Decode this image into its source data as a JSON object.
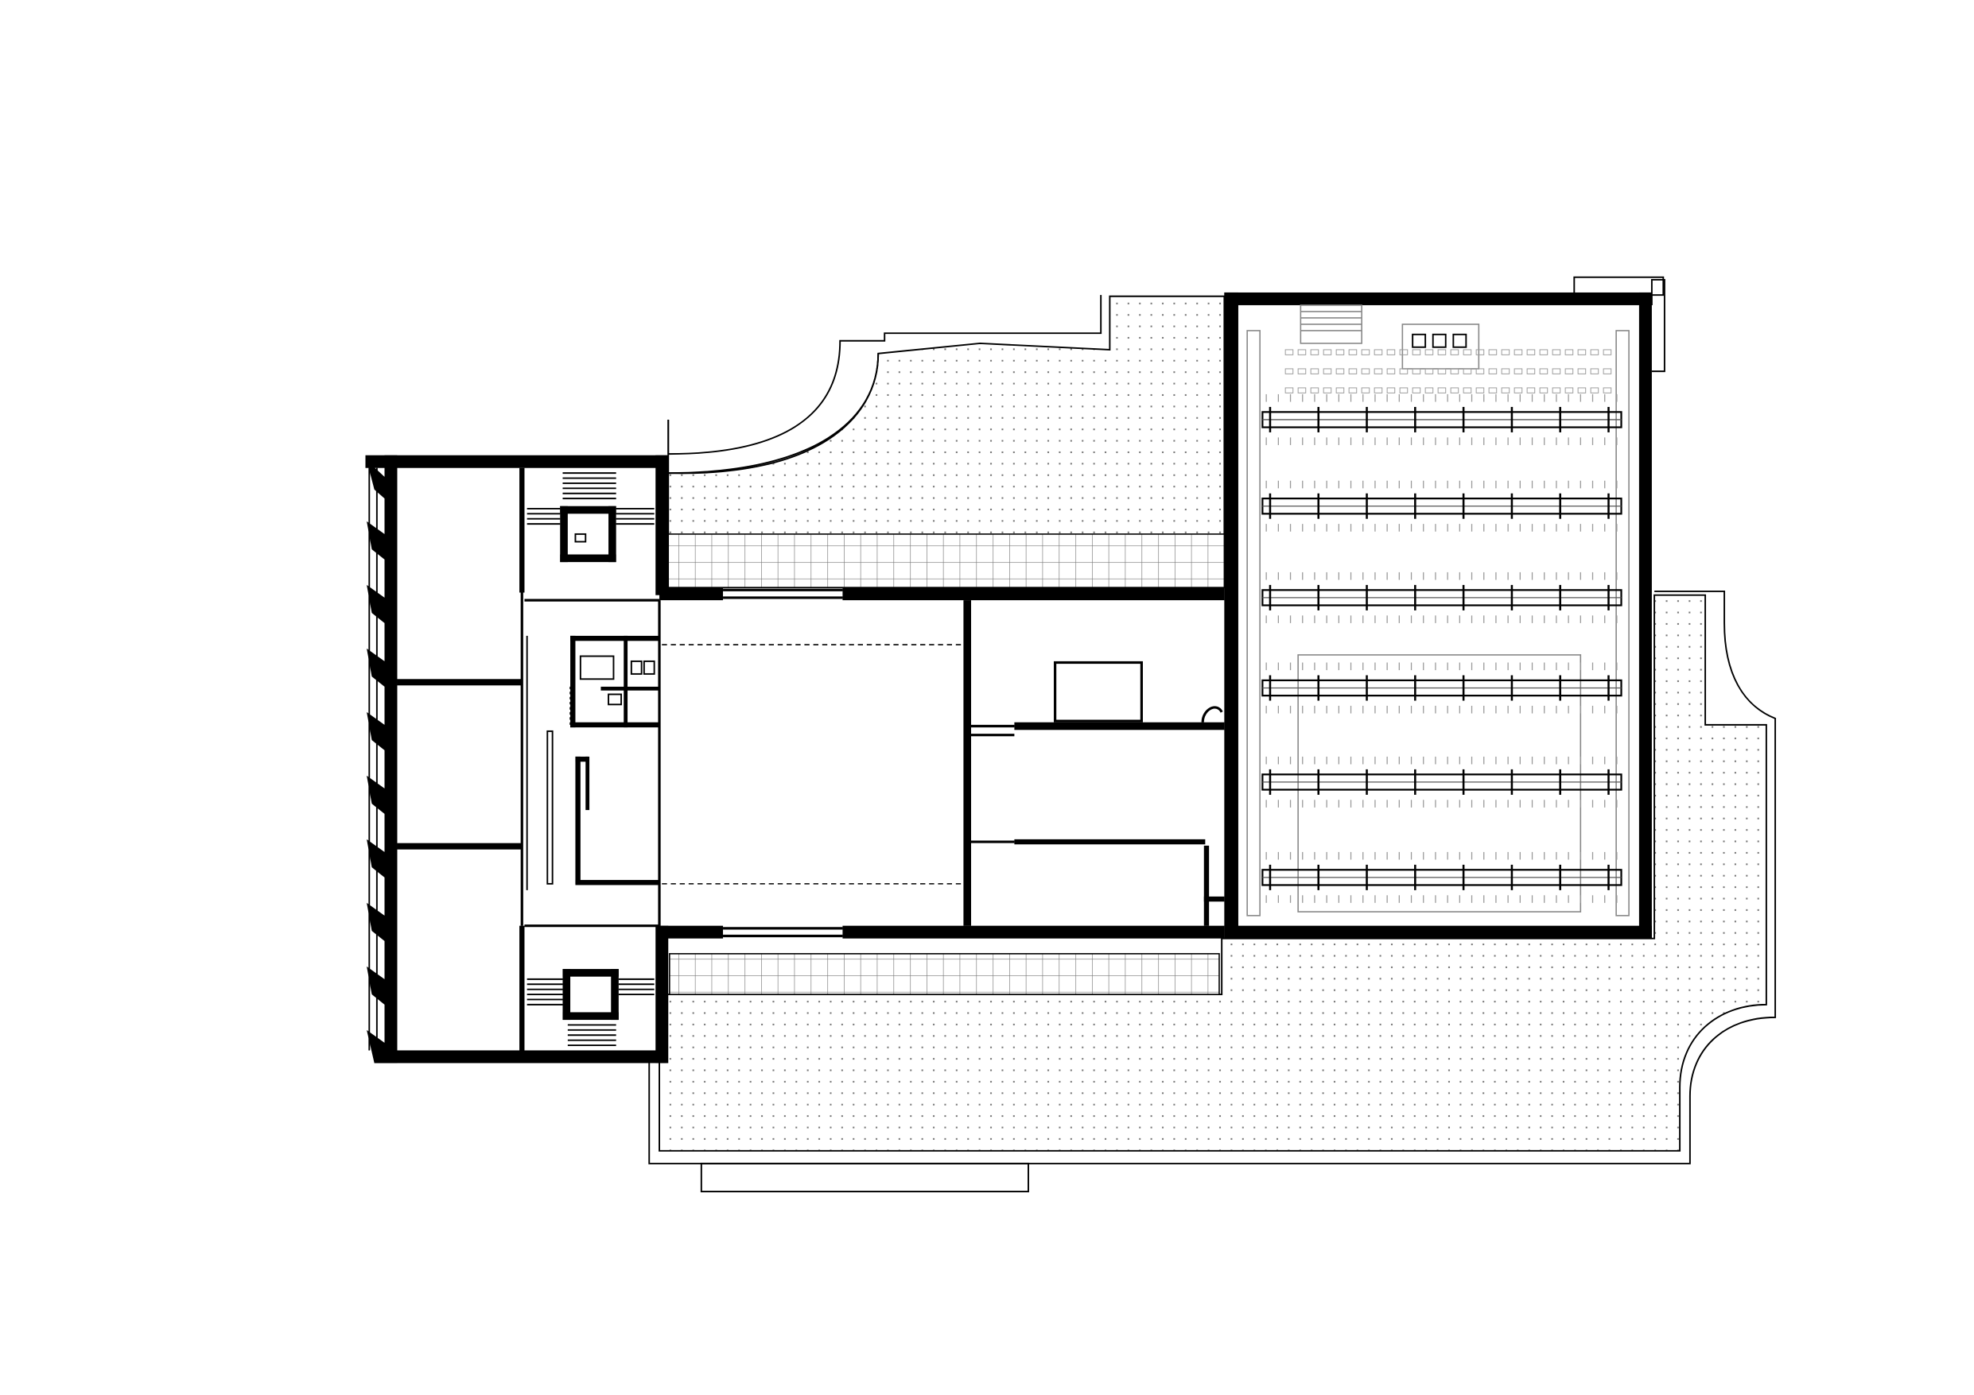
{
  "drawing": {
    "kind": "architectural-floor-plan",
    "background": "#ffffff",
    "ink": "#000000",
    "hatch": "dotted"
  },
  "zones": [
    "west-wing-rooms",
    "north-stair-core",
    "south-stair-core",
    "wc-block",
    "central-hall",
    "east-rooms",
    "sports-hall",
    "north-terrace",
    "south-terrace"
  ]
}
